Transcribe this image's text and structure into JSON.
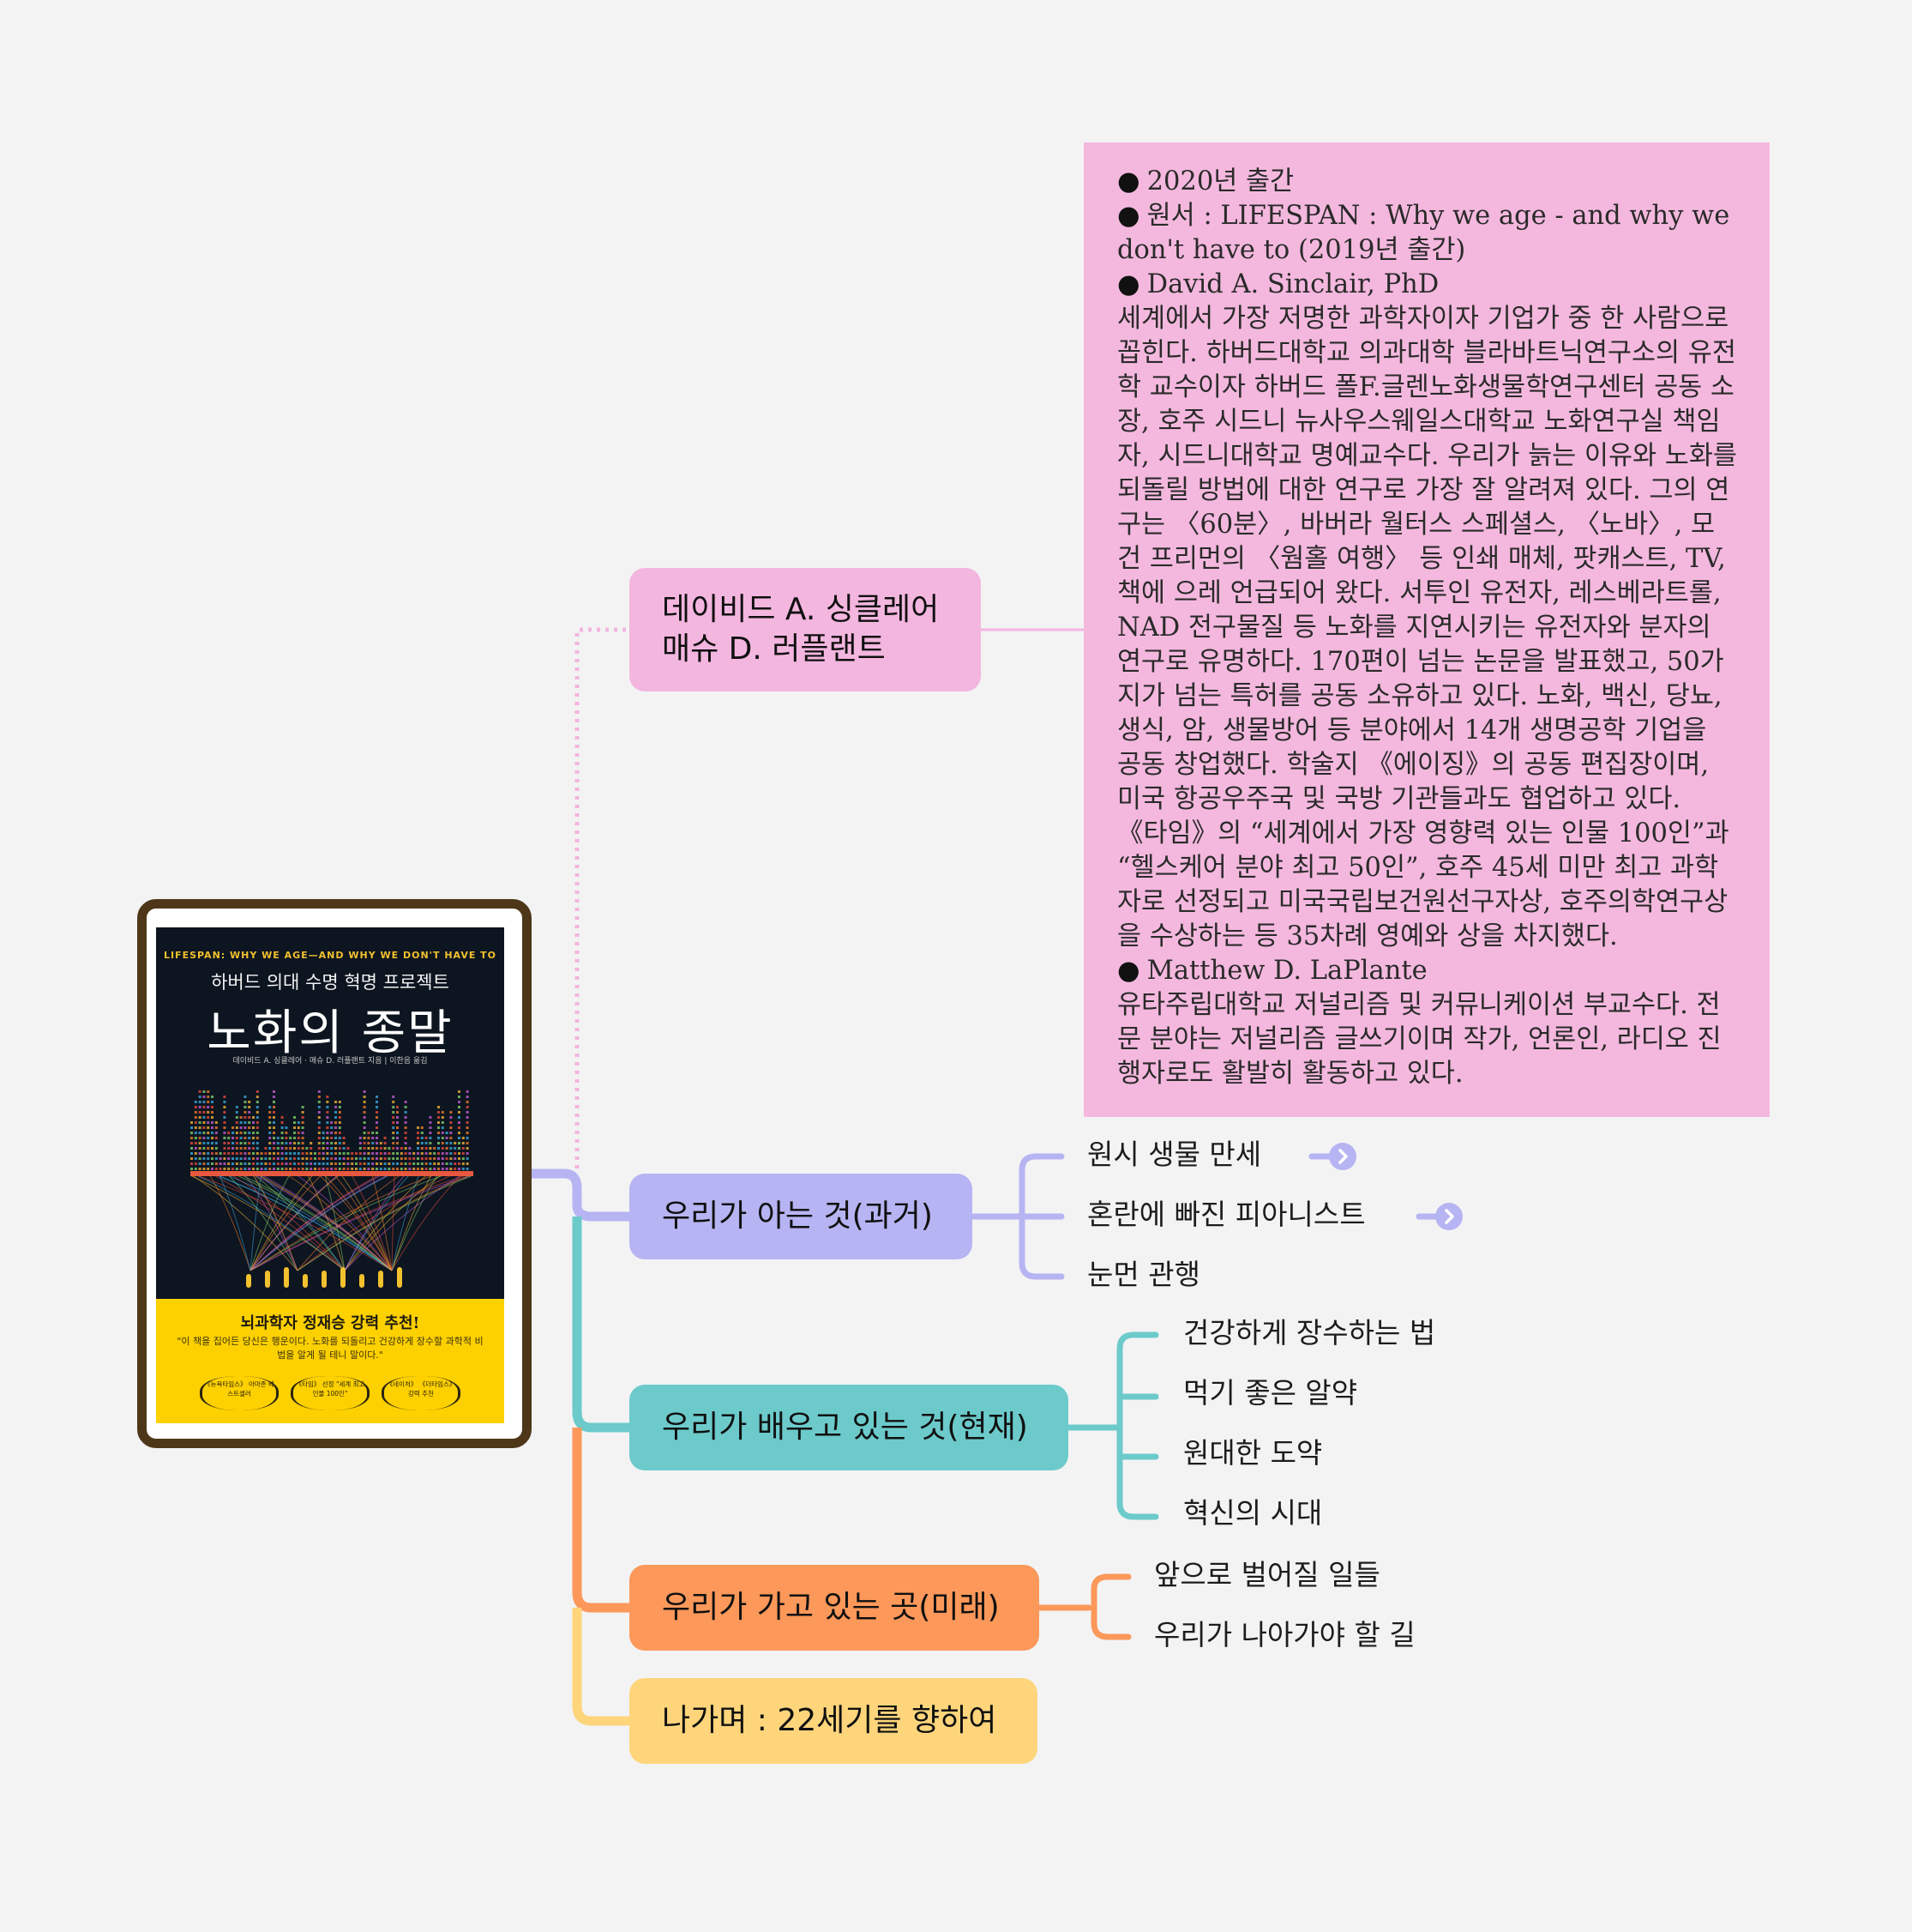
{
  "root": {
    "cover": {
      "english_title": "LIFESPAN: WHY WE AGE—AND WHY WE DON'T HAVE TO",
      "subtitle": "하버드 의대 수명 혁명 프로젝트",
      "title": "노화의 종말",
      "authors_line": "데이비드 A. 싱클레어 · 매슈 D. 러플랜트 지음 | 이한음 옮김",
      "recommendation": "뇌과학자 정재승 강력 추천!",
      "quote": "\"이 책을 집어든 당신은 행운이다. 노화를 되돌리고 건강하게 장수할 과학적 비법을 알게 될 테니 말이다.\"",
      "laurels": [
        "《뉴욕타임스》 아마존 베스트셀러",
        "《타임》 선정 \"세계 최고 인물 100인\"",
        "《네이처》 《더타임스》 강력 추천"
      ]
    }
  },
  "branches": {
    "author": {
      "lines": [
        "데이비드 A. 싱클레어",
        "매슈 D. 러플랜트"
      ],
      "color": "#f3b6df",
      "note": [
        {
          "bullet": true,
          "text": "2020년 출간"
        },
        {
          "bullet": true,
          "text": "원서 : LIFESPAN : Why we age - and why we don't have to (2019년 출간)"
        },
        {
          "bullet": true,
          "text": "David A. Sinclair, PhD"
        },
        {
          "bullet": false,
          "text": "세계에서 가장 저명한 과학자이자 기업가 중 한 사람으로 꼽힌다. 하버드대학교 의과대학 블라바트닉연구소의 유전학 교수이자 하버드 폴F.글렌노화생물학연구센터 공동 소장, 호주 시드니 뉴사우스웨일스대학교 노화연구실 책임자, 시드니대학교 명예교수다. 우리가 늙는 이유와 노화를 되돌릴 방법에 대한 연구로 가장 잘 알려져 있다. 그의 연구는 〈60분〉, 바버라 월터스 스페셜스, 〈노바〉, 모건 프리먼의 〈웜홀 여행〉 등 인쇄 매체, 팟캐스트, TV, 책에 으레 언급되어 왔다. 서투인 유전자, 레스베라트롤, NAD 전구물질 등 노화를 지연시키는 유전자와 분자의 연구로 유명하다. 170편이 넘는 논문을 발표했고, 50가지가 넘는 특허를 공동 소유하고 있다. 노화, 백신, 당뇨, 생식, 암, 생물방어 등 분야에서 14개 생명공학 기업을 공동 창업했다. 학술지 《에이징》의 공동 편집장이며, 미국 항공우주국 및 국방 기관들과도 협업하고 있다. 《타임》의 “세계에서 가장 영향력 있는 인물 100인”과 “헬스케어 분야 최고 50인”, 호주 45세 미만 최고 과학자로 선정되고 미국국립보건원선구자상, 호주의학연구상을 수상하는 등 35차례 영예와 상을 차지했다."
        },
        {
          "bullet": true,
          "text": "Matthew D. LaPlante"
        },
        {
          "bullet": false,
          "text": "유타주립대학교 저널리즘 및 커뮤니케이션 부교수다. 전문 분야는 저널리즘 글쓰기이며 작가, 언론인, 라디오 진행자로도 활발히 활동하고 있다."
        }
      ]
    },
    "past": {
      "label": "우리가 아는 것(과거)",
      "color": "#b7b4f3",
      "children": [
        "원시 생물 만세",
        "혼란에 빠진 피아니스트",
        "눈먼 관행"
      ]
    },
    "present": {
      "label": "우리가 배우고 있는 것(현재)",
      "color": "#6ccacb",
      "children": [
        "건강하게 장수하는 법",
        "먹기 좋은 알약",
        "원대한 도약",
        "혁신의 시대"
      ]
    },
    "future": {
      "label": "우리가 가고 있는 곳(미래)",
      "color": "#fb985a",
      "children": [
        "앞으로 벌어질 일들",
        "우리가 나아가야 할 길"
      ]
    },
    "ending": {
      "label": "나가며 : 22세기를 향하여",
      "color": "#fed57b"
    }
  }
}
